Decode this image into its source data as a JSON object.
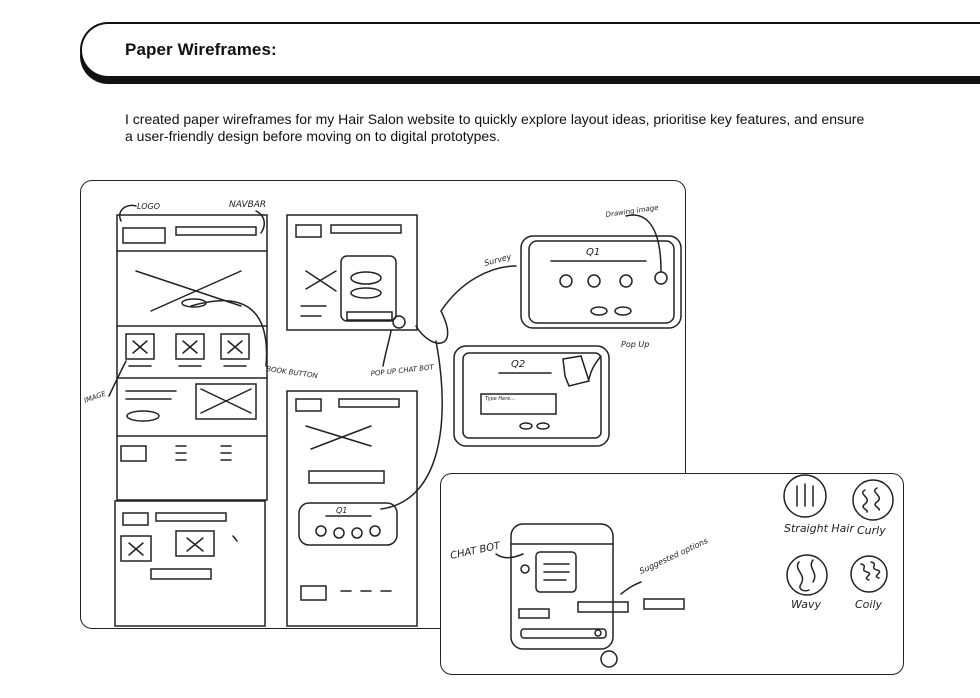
{
  "header": {
    "title": "Paper Wireframes:"
  },
  "intro": {
    "text": "I created paper wireframes for my Hair Salon website to quickly explore layout ideas, prioritise key features, and ensure a user-friendly design before moving on to digital prototypes."
  },
  "annotations": {
    "logo": "LOGO",
    "navbar": "NAVBAR",
    "image": "IMAGE",
    "book_button": "BOOK BUTTON",
    "popup_chatbot": "POP UP CHAT BOT",
    "survey": "Survey",
    "drawing_image": "Drawing image",
    "q1": "Q1",
    "q2": "Q2",
    "pop_up": "Pop Up",
    "type_here": "Type Here...",
    "chat_bot": "CHAT BOT",
    "suggested_options": "Suggested options"
  },
  "hair_types": [
    "Straight Hair",
    "Curly",
    "Wavy",
    "Coily"
  ]
}
